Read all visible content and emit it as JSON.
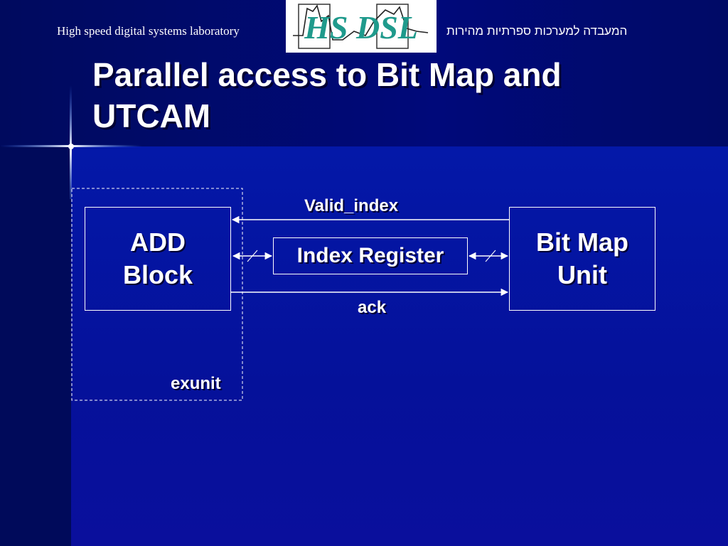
{
  "header": {
    "lab_name_en": "High speed digital systems laboratory",
    "lab_name_he": "המעבדה למערכות ספרתיות מהירות",
    "logo_text": "HS DSL"
  },
  "slide": {
    "title_line1": "Parallel access to Bit Map and",
    "title_line2": "UTCAM"
  },
  "diagram": {
    "add_block_line1": "ADD",
    "add_block_line2": "Block",
    "bitmap_line1": "Bit Map",
    "bitmap_line2": "Unit",
    "index_register": "Index Register",
    "signal_valid": "Valid_index",
    "signal_ack": "ack",
    "region_label": "exunit"
  },
  "colors": {
    "background": "#000c6e",
    "panel": "#0418a8",
    "text": "#ffffff",
    "logo_teal": "#1f9a8c"
  }
}
